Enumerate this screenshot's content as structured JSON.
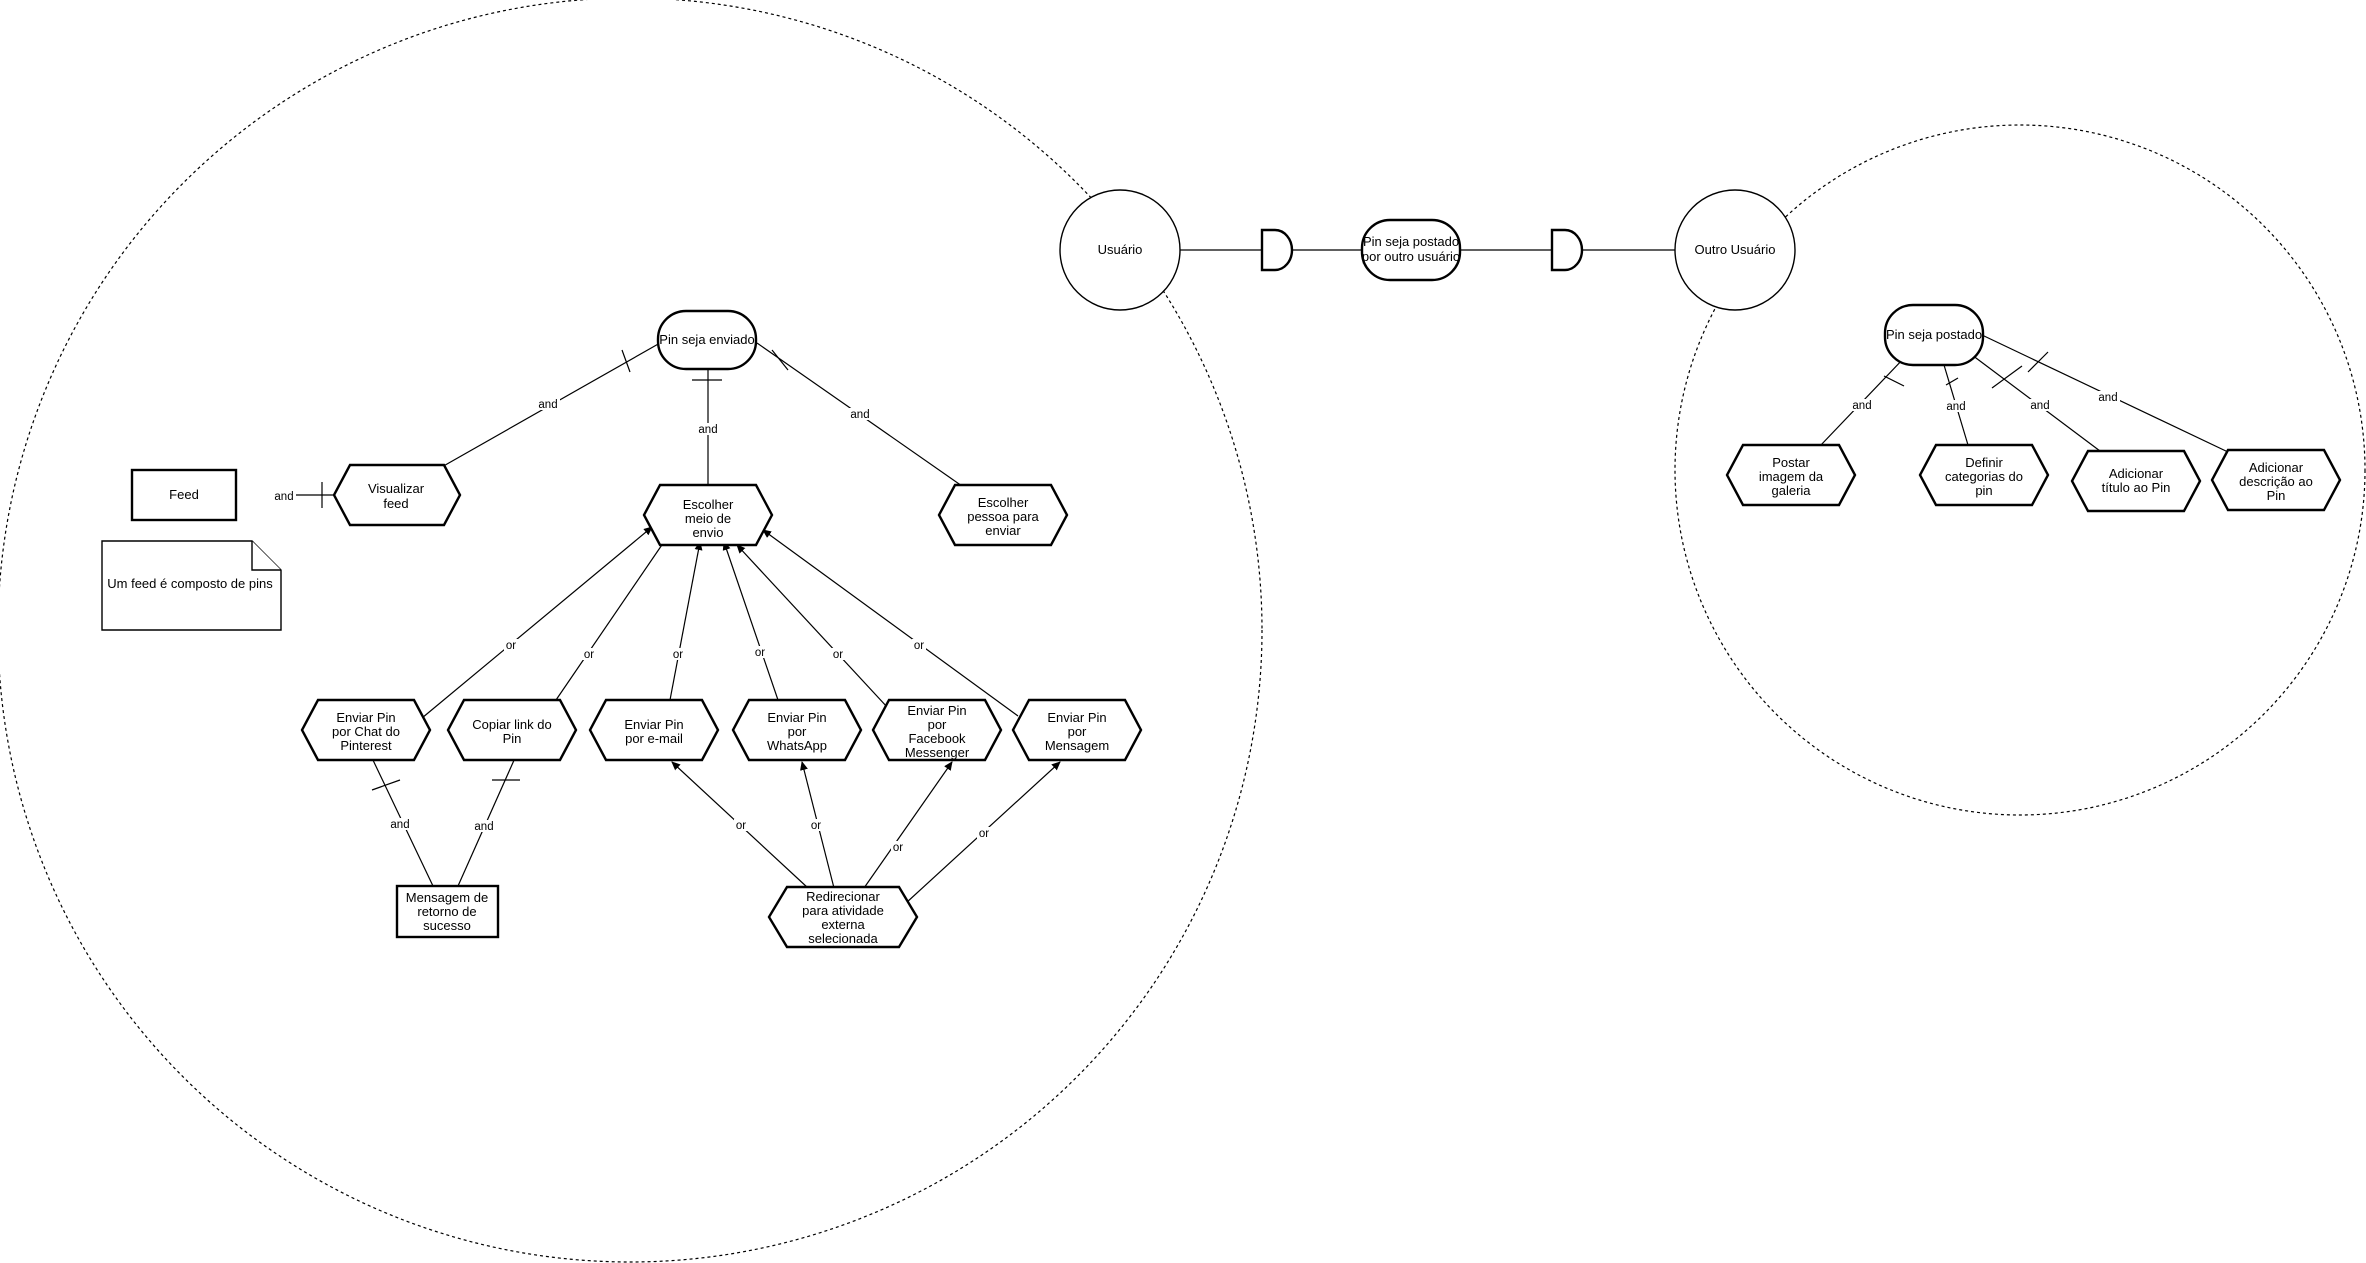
{
  "actors": {
    "usuario": "Usuário",
    "outro_usuario": "Outro Usuário"
  },
  "goals": {
    "pin_enviado": "Pin seja enviado",
    "pin_postado_outro": [
      "Pin seja postado",
      "por outro usuário"
    ],
    "pin_postado": "Pin seja postado"
  },
  "tasks": {
    "visualizar_feed": [
      "Visualizar",
      "feed"
    ],
    "escolher_meio": [
      "Escolher",
      "meio de",
      "envio"
    ],
    "escolher_pessoa": [
      "Escolher",
      "pessoa para",
      "enviar"
    ],
    "chat_pinterest": [
      "Enviar Pin",
      "por Chat do",
      "Pinterest"
    ],
    "copiar_link": [
      "Copiar link do",
      "Pin"
    ],
    "email": [
      "Enviar Pin",
      "por e-mail"
    ],
    "whatsapp": [
      "Enviar Pin",
      "por",
      "WhatsApp"
    ],
    "facebook": [
      "Enviar Pin",
      "por",
      "Facebook",
      "Messenger"
    ],
    "mensagem": [
      "Enviar Pin",
      "por",
      "Mensagem"
    ],
    "redirecionar": [
      "Redirecionar",
      "para atividade",
      "externa",
      "selecionada"
    ],
    "postar_imagem": [
      "Postar",
      "imagem da",
      "galeria"
    ],
    "definir_categorias": [
      "Definir",
      "categorias do",
      "pin"
    ],
    "adicionar_titulo": [
      "Adicionar",
      "título ao Pin"
    ],
    "adicionar_descricao": [
      "Adicionar",
      "descrição ao",
      "Pin"
    ]
  },
  "resources": {
    "feed": "Feed",
    "mensagem_retorno": [
      "Mensagem de",
      "retorno de",
      "sucesso"
    ]
  },
  "note": "Um feed é composto de pins",
  "labels": {
    "and": "and",
    "or": "or"
  }
}
